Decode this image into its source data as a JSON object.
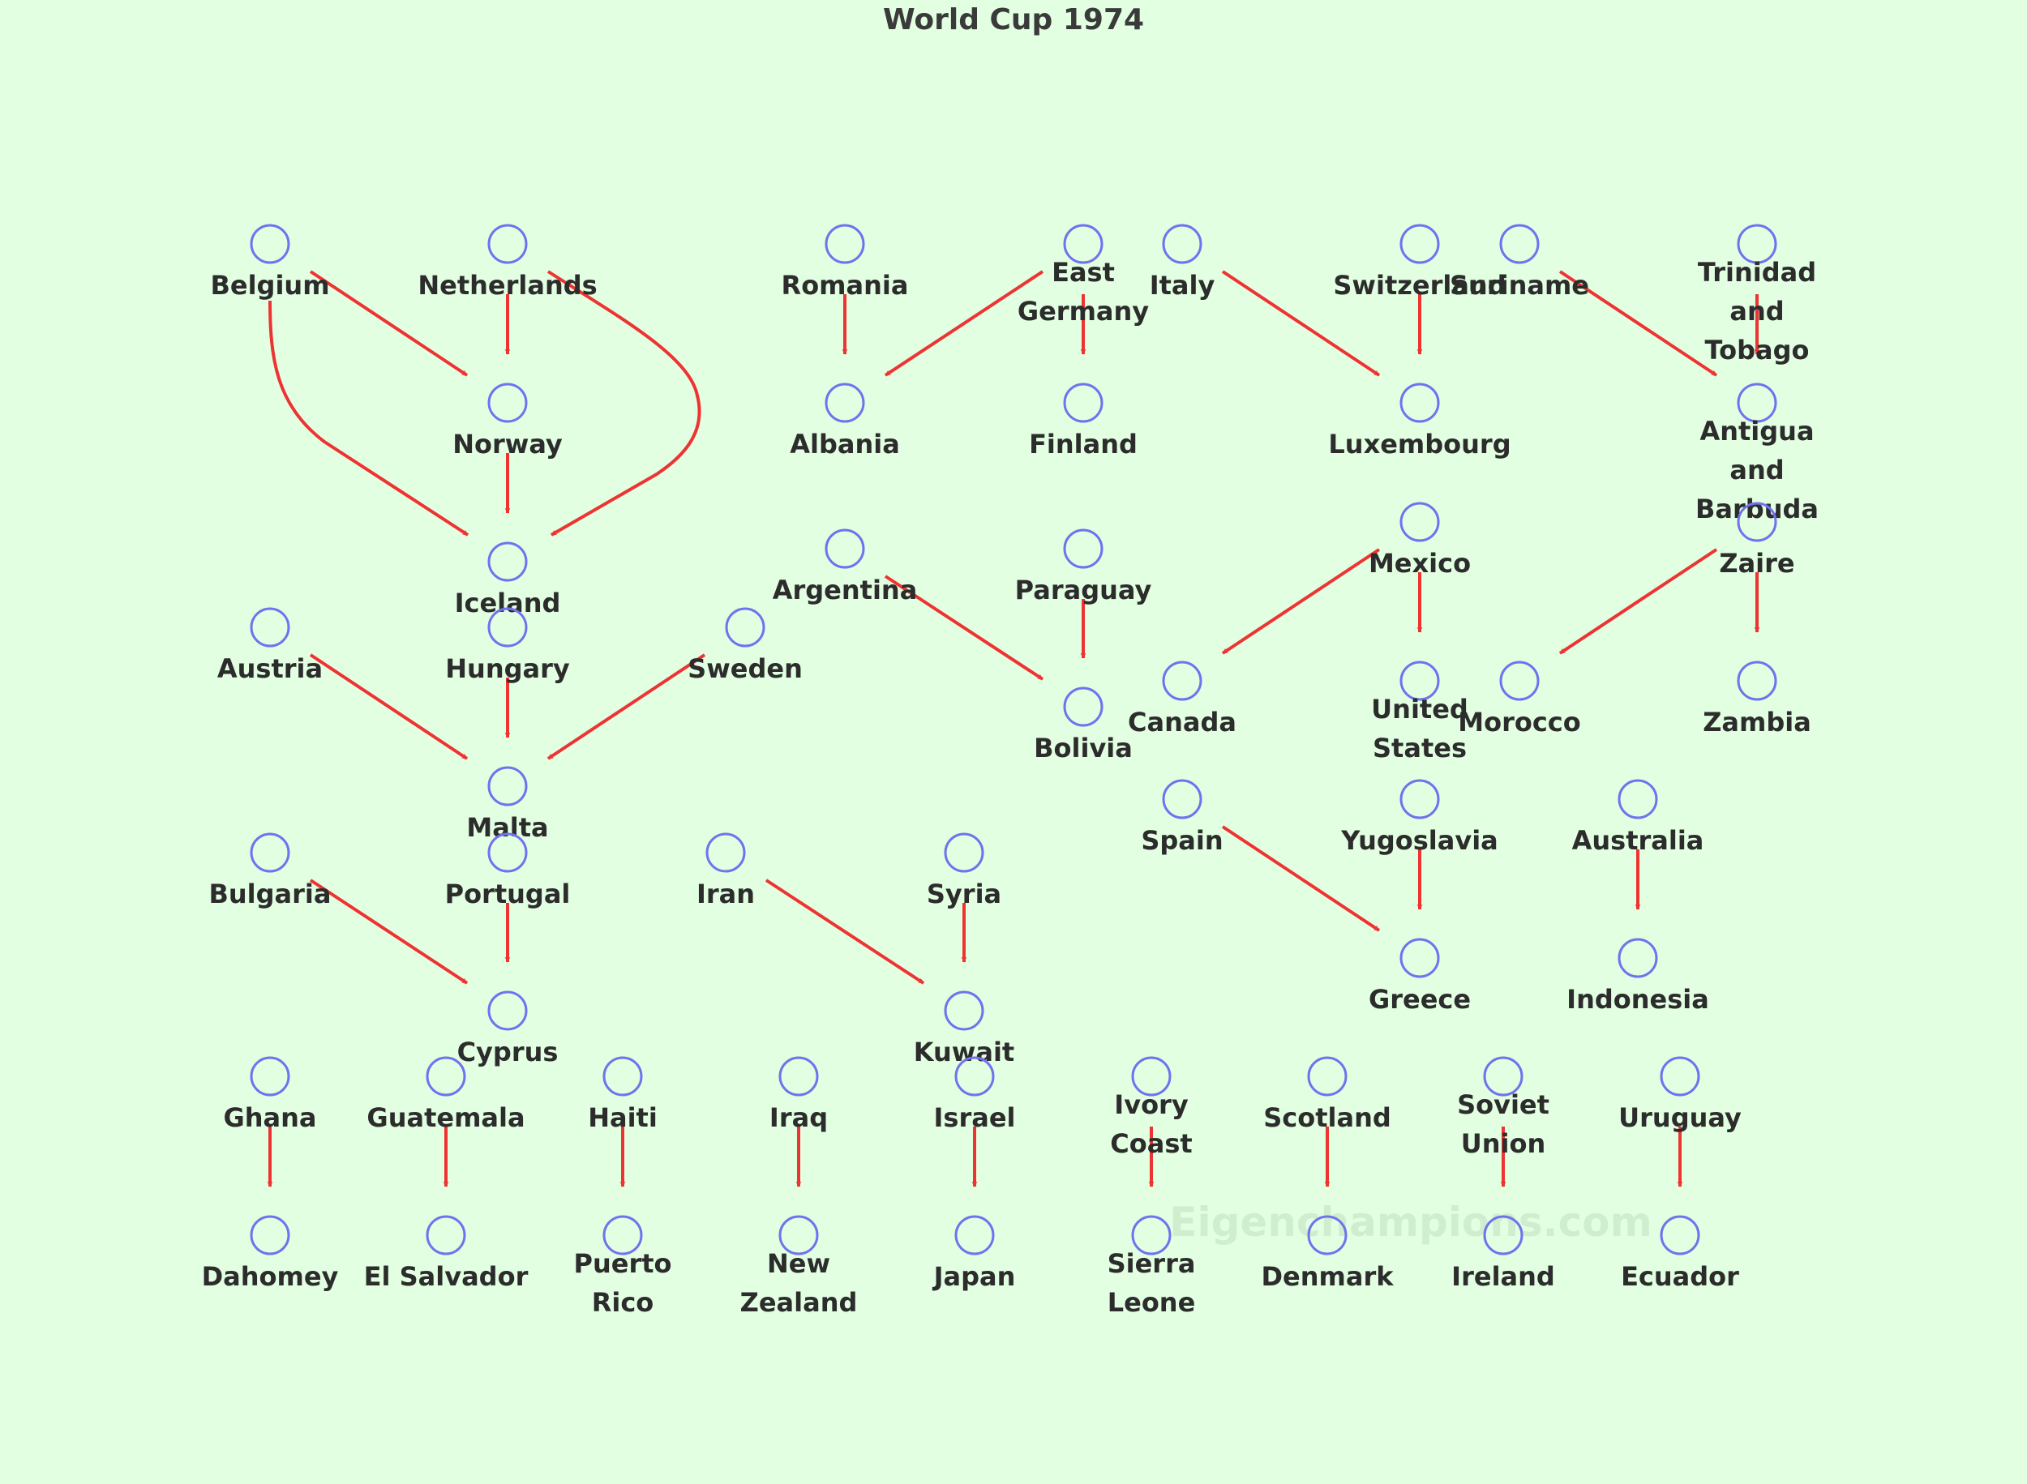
{
  "title": "World Cup 1974",
  "watermark": "Eigenchampions.com",
  "colors": {
    "background": "#e2ffe2",
    "node_outline": "#7272ee",
    "edge": "#ee3333",
    "label": "#2c2c2c"
  },
  "nodes": [
    {
      "id": "belgium",
      "label": "Belgium"
    },
    {
      "id": "netherlands",
      "label": "Netherlands"
    },
    {
      "id": "norway",
      "label": "Norway"
    },
    {
      "id": "iceland",
      "label": "Iceland"
    },
    {
      "id": "romania",
      "label": "Romania"
    },
    {
      "id": "albania",
      "label": "Albania"
    },
    {
      "id": "east-germany",
      "label": "East Germany"
    },
    {
      "id": "finland",
      "label": "Finland"
    },
    {
      "id": "italy",
      "label": "Italy"
    },
    {
      "id": "switzerland",
      "label": "Switzerland"
    },
    {
      "id": "luxembourg",
      "label": "Luxembourg"
    },
    {
      "id": "suriname",
      "label": "Suriname"
    },
    {
      "id": "trinidad-and-tobago",
      "label": "Trinidad and Tobago"
    },
    {
      "id": "antigua-and-barbuda",
      "label": "Antigua and Barbuda"
    },
    {
      "id": "argentina",
      "label": "Argentina"
    },
    {
      "id": "paraguay",
      "label": "Paraguay"
    },
    {
      "id": "bolivia",
      "label": "Bolivia"
    },
    {
      "id": "mexico",
      "label": "Mexico"
    },
    {
      "id": "canada",
      "label": "Canada"
    },
    {
      "id": "united-states",
      "label": "United States"
    },
    {
      "id": "zaire",
      "label": "Zaire"
    },
    {
      "id": "morocco",
      "label": "Morocco"
    },
    {
      "id": "zambia",
      "label": "Zambia"
    },
    {
      "id": "austria",
      "label": "Austria"
    },
    {
      "id": "hungary",
      "label": "Hungary"
    },
    {
      "id": "sweden",
      "label": "Sweden"
    },
    {
      "id": "malta",
      "label": "Malta"
    },
    {
      "id": "spain",
      "label": "Spain"
    },
    {
      "id": "yugoslavia",
      "label": "Yugoslavia"
    },
    {
      "id": "greece",
      "label": "Greece"
    },
    {
      "id": "australia",
      "label": "Australia"
    },
    {
      "id": "indonesia",
      "label": "Indonesia"
    },
    {
      "id": "bulgaria",
      "label": "Bulgaria"
    },
    {
      "id": "portugal",
      "label": "Portugal"
    },
    {
      "id": "cyprus",
      "label": "Cyprus"
    },
    {
      "id": "iran",
      "label": "Iran"
    },
    {
      "id": "syria",
      "label": "Syria"
    },
    {
      "id": "kuwait",
      "label": "Kuwait"
    },
    {
      "id": "ghana",
      "label": "Ghana"
    },
    {
      "id": "dahomey",
      "label": "Dahomey"
    },
    {
      "id": "guatemala",
      "label": "Guatemala"
    },
    {
      "id": "el-salvador",
      "label": "El Salvador"
    },
    {
      "id": "haiti",
      "label": "Haiti"
    },
    {
      "id": "puerto-rico",
      "label": "Puerto Rico"
    },
    {
      "id": "iraq",
      "label": "Iraq"
    },
    {
      "id": "new-zealand",
      "label": "New Zealand"
    },
    {
      "id": "israel",
      "label": "Israel"
    },
    {
      "id": "japan",
      "label": "Japan"
    },
    {
      "id": "ivory-coast",
      "label": "Ivory Coast"
    },
    {
      "id": "sierra-leone",
      "label": "Sierra Leone"
    },
    {
      "id": "scotland",
      "label": "Scotland"
    },
    {
      "id": "denmark",
      "label": "Denmark"
    },
    {
      "id": "soviet-union",
      "label": "Soviet Union"
    },
    {
      "id": "ireland",
      "label": "Ireland"
    },
    {
      "id": "uruguay",
      "label": "Uruguay"
    },
    {
      "id": "ecuador",
      "label": "Ecuador"
    }
  ],
  "edges": [
    {
      "from": "belgium",
      "to": "norway"
    },
    {
      "from": "belgium",
      "to": "iceland"
    },
    {
      "from": "netherlands",
      "to": "norway"
    },
    {
      "from": "netherlands",
      "to": "iceland"
    },
    {
      "from": "norway",
      "to": "iceland"
    },
    {
      "from": "romania",
      "to": "albania"
    },
    {
      "from": "east-germany",
      "to": "albania"
    },
    {
      "from": "east-germany",
      "to": "finland"
    },
    {
      "from": "italy",
      "to": "luxembourg"
    },
    {
      "from": "switzerland",
      "to": "luxembourg"
    },
    {
      "from": "suriname",
      "to": "antigua-and-barbuda"
    },
    {
      "from": "trinidad-and-tobago",
      "to": "antigua-and-barbuda"
    },
    {
      "from": "argentina",
      "to": "bolivia"
    },
    {
      "from": "paraguay",
      "to": "bolivia"
    },
    {
      "from": "mexico",
      "to": "canada"
    },
    {
      "from": "mexico",
      "to": "united-states"
    },
    {
      "from": "zaire",
      "to": "morocco"
    },
    {
      "from": "zaire",
      "to": "zambia"
    },
    {
      "from": "austria",
      "to": "malta"
    },
    {
      "from": "hungary",
      "to": "malta"
    },
    {
      "from": "sweden",
      "to": "malta"
    },
    {
      "from": "spain",
      "to": "greece"
    },
    {
      "from": "yugoslavia",
      "to": "greece"
    },
    {
      "from": "australia",
      "to": "indonesia"
    },
    {
      "from": "bulgaria",
      "to": "cyprus"
    },
    {
      "from": "portugal",
      "to": "cyprus"
    },
    {
      "from": "iran",
      "to": "kuwait"
    },
    {
      "from": "syria",
      "to": "kuwait"
    },
    {
      "from": "ghana",
      "to": "dahomey"
    },
    {
      "from": "guatemala",
      "to": "el-salvador"
    },
    {
      "from": "haiti",
      "to": "puerto-rico"
    },
    {
      "from": "iraq",
      "to": "new-zealand"
    },
    {
      "from": "israel",
      "to": "japan"
    },
    {
      "from": "ivory-coast",
      "to": "sierra-leone"
    },
    {
      "from": "scotland",
      "to": "denmark"
    },
    {
      "from": "soviet-union",
      "to": "ireland"
    },
    {
      "from": "uruguay",
      "to": "ecuador"
    }
  ]
}
